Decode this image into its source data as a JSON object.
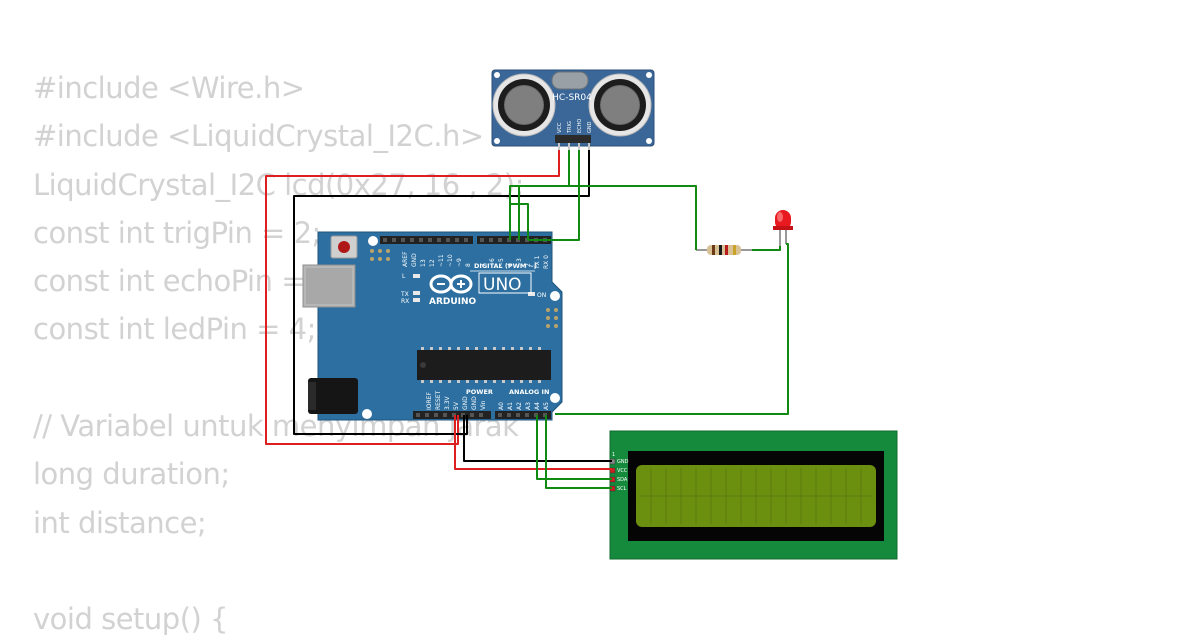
{
  "code_lines": [
    "#include <Wire.h>",
    "#include <LiquidCrystal_I2C.h>",
    "LiquidCrystal_I2C lcd(0x27, 16 , 2);",
    "const int trigPin = 2;",
    "const int echoPin = 3;",
    "const int ledPin = 4;",
    "",
    "// Variabel untuk menyimpan jarak",
    "long duration;",
    "int distance;",
    "",
    "void setup() {"
  ],
  "sensor": {
    "model": "HC-SR04",
    "pins": [
      "VCC",
      "TRIG",
      "ECHO",
      "GND"
    ]
  },
  "arduino": {
    "brand": "ARDUINO",
    "model": "UNO",
    "digital_label": "DIGITAL (PWM ~)",
    "aref": "AREF",
    "gnd": "GND",
    "digital_pins": [
      "13",
      "12",
      "~11",
      "~10",
      "~9",
      "8",
      "7",
      "~6",
      "~5",
      "4",
      "~3",
      "2",
      "TX 1",
      "RX 0"
    ],
    "led_l": "L",
    "led_tx": "TX",
    "led_rx": "RX",
    "on": "ON",
    "power_label": "POWER",
    "analog_label": "ANALOG IN",
    "power_pins": [
      "IOREF",
      "RESET",
      "3.3V",
      "5V",
      "GND",
      "GND",
      "Vin"
    ],
    "analog_pins": [
      "A0",
      "A1",
      "A2",
      "A3",
      "A4",
      "A5"
    ]
  },
  "lcd": {
    "pins": [
      "GND",
      "VCC",
      "SDA",
      "SCL"
    ],
    "pin_marker": "1"
  },
  "colors": {
    "board": "#2c6fa0",
    "sensor": "#3a6797",
    "lcd_pcb": "#158a3c",
    "lcd_screen": "#6b8f0f",
    "wire_vcc": "#dd1f1f",
    "wire_gnd": "#000000",
    "wire_signal": "#118a11",
    "code_text": "#d2d2d2"
  },
  "icons": [
    "arduino-infinity-logo",
    "reset-button-icon",
    "usb-port-icon",
    "power-jack-icon",
    "led-icon",
    "resistor-icon"
  ]
}
